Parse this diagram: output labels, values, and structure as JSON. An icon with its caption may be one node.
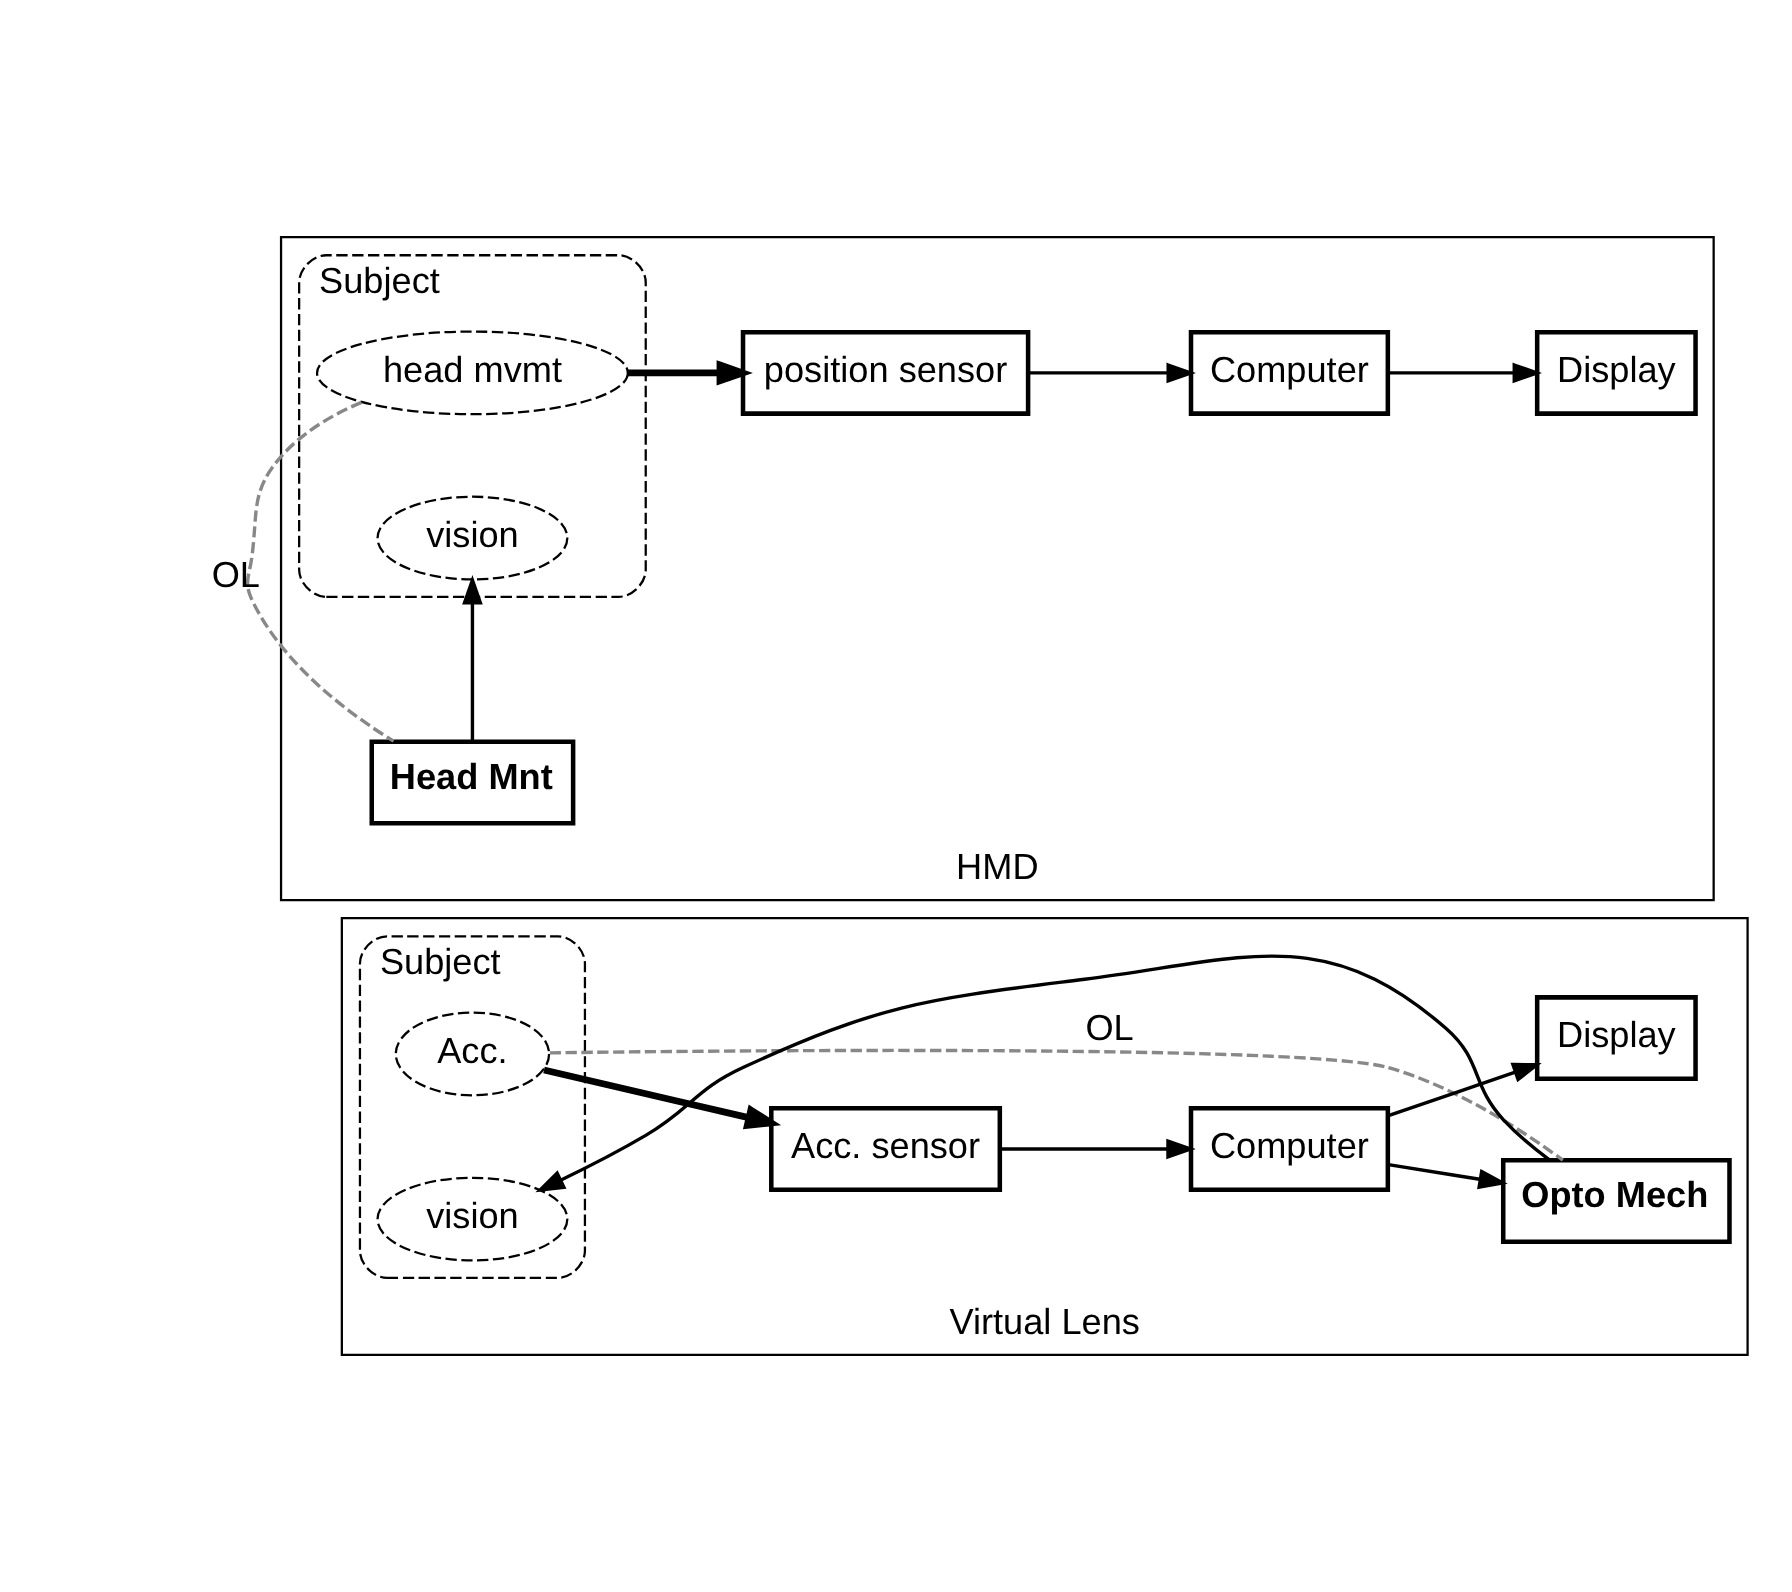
{
  "diagram": {
    "nodes": [
      {
        "text": [
          "Virtual Lens"
        ]
      },
      {
        "text": [
          "Subject"
        ],
        "in": 0
      },
      {
        "text": [
          "Acc."
        ],
        "in": 1
      },
      {
        "text": [
          "vision"
        ],
        "in": 1
      },
      {
        "text": [
          "Acc. sensor"
        ],
        "in": 0
      },
      {
        "text": [
          "Computer"
        ],
        "in": 0
      },
      {
        "text": [
          "Opto Mech"
        ],
        "in": 0
      },
      {
        "text": [
          "Display"
        ],
        "in": 0
      },
      {
        "text": [
          "HMD"
        ]
      },
      {
        "text": [
          "Subject"
        ],
        "in": 8
      },
      {
        "text": [
          "head mvmt"
        ],
        "in": 9
      },
      {
        "text": [
          "vision"
        ],
        "in": 9
      },
      {
        "text": [
          "position sensor"
        ],
        "in": 8
      },
      {
        "text": [
          "Computer"
        ],
        "in": 8
      },
      {
        "text": [
          "Head Mnt"
        ],
        "in": 8
      },
      {
        "text": [
          "Display"
        ],
        "in": 8
      }
    ],
    "edges": [
      {
        "from": 2,
        "to": 4,
        "arrow": "to",
        "style": "thick"
      },
      {
        "from": 4,
        "to": 5,
        "arrow": "to"
      },
      {
        "from": 5,
        "to": 6,
        "arrow": "to"
      },
      {
        "from": 5,
        "to": 7,
        "arrow": "to"
      },
      {
        "from": 6,
        "to": 3,
        "arrow": "to"
      },
      {
        "from": 2,
        "to": 6,
        "arrow": "none",
        "label": "OL",
        "style": "dashed",
        "color": "#888888"
      },
      {
        "from": 10,
        "to": 12,
        "arrow": "to",
        "style": "thick"
      },
      {
        "from": 12,
        "to": 13,
        "arrow": "to"
      },
      {
        "from": 13,
        "to": 15,
        "arrow": "to"
      },
      {
        "from": 14,
        "to": 11,
        "arrow": "to"
      },
      {
        "from": 10,
        "to": 14,
        "arrow": "none",
        "label": "OL",
        "style": "dashed",
        "color": "#888888"
      }
    ]
  }
}
